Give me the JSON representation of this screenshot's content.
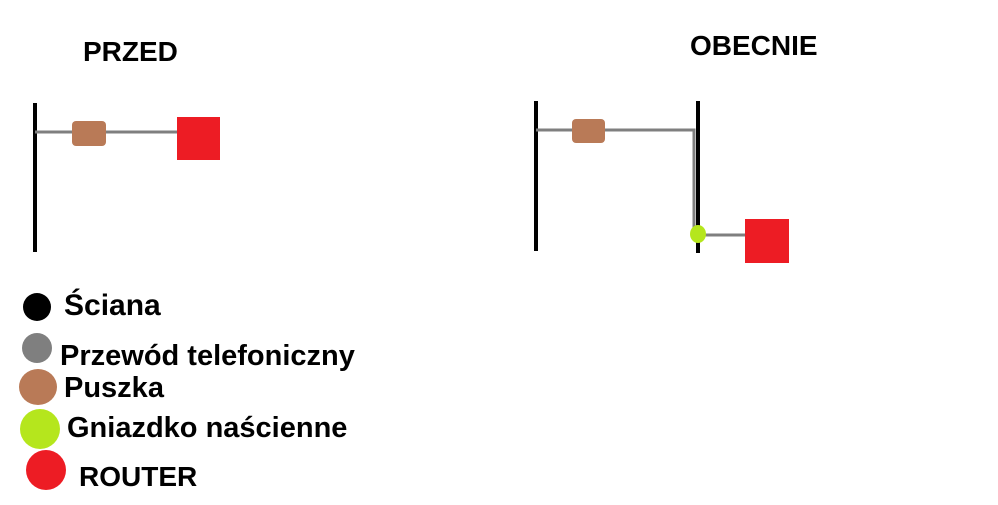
{
  "titles": {
    "before": "PRZED",
    "now": "OBECNIE"
  },
  "legend": {
    "items": [
      {
        "key": "wall",
        "label": "Ściana",
        "color": "#000000"
      },
      {
        "key": "cable",
        "label": "Przewód telefoniczny",
        "color": "#7f7f7f"
      },
      {
        "key": "box",
        "label": "Puszka",
        "color": "#b97a57"
      },
      {
        "key": "socket",
        "label": "Gniazdko naścienne",
        "color": "#b5e61d"
      },
      {
        "key": "router",
        "label": "ROUTER",
        "color": "#ed1c24"
      }
    ]
  }
}
